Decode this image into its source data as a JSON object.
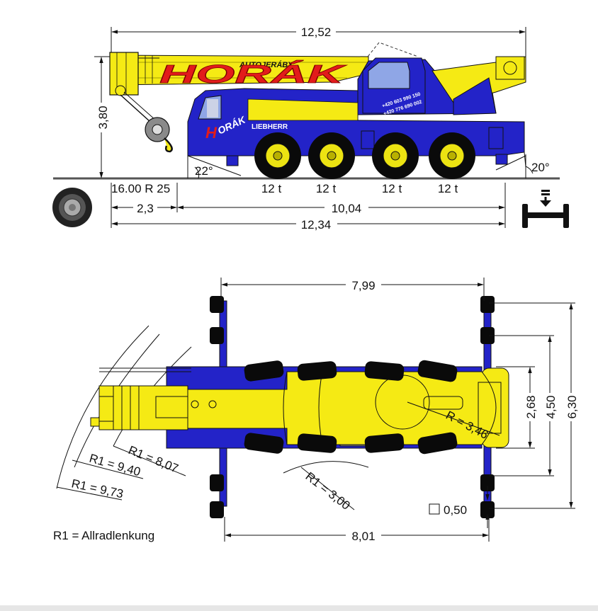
{
  "side_view": {
    "overall_length_top": "12,52",
    "height": "3,80",
    "tire_size": "16.00 R 25",
    "front_overhang": "2,3",
    "wheelbase": "10,04",
    "overall_length_bottom": "12,34",
    "approach_angle": "22°",
    "departure_angle": "20°",
    "axle_loads": [
      "12 t",
      "12 t",
      "12 t",
      "12 t"
    ],
    "brand_small": "AUTOJERÁBY",
    "brand_large": "HORÁK",
    "maker": "LIEBHERR",
    "phone_1": "+420 603 990 150",
    "phone_2": "+420 776 690 002"
  },
  "top_view": {
    "outrigger_span_length_top": "7,99",
    "outrigger_span_length_bottom": "8,01",
    "width_chassis": "2,68",
    "width_outrigger_mid": "4,50",
    "width_outrigger_full": "6,30",
    "tail_radius": "R = 3,46",
    "turning_radius_1": "R1 = 8,07",
    "turning_radius_2": "R1 = 9,40",
    "turning_radius_3": "R1 = 9,73",
    "turning_radius_4": "R1 = 3,00",
    "pad_size": "0,50",
    "legend": "R1 = Allradlenkung"
  },
  "colors": {
    "yellow": "#f5ea14",
    "blue": "#2323c8",
    "dark_blue": "#0d0d8a",
    "red": "#e21b1b",
    "tire": "#0a0a0a",
    "rim": "#ece312",
    "ground": "#555555"
  }
}
